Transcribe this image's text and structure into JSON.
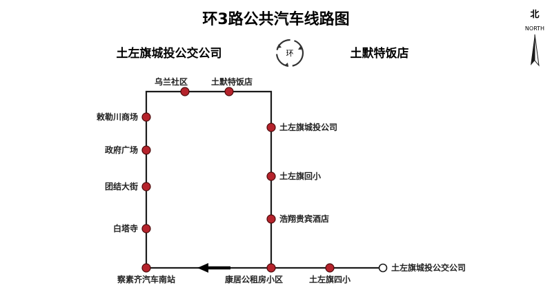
{
  "title": "环3路公共汽车线路图",
  "operator_left": "土左旗城投公交公司",
  "terminus_right": "土默特饭店",
  "ring_badge": "环",
  "compass": {
    "char": "北",
    "label": "NORTH"
  },
  "colors": {
    "line": "#1a1a1a",
    "stop_fill": "#b5232c",
    "stop_stroke": "#4a0a0a"
  },
  "stops": [
    {
      "id": "wulan",
      "name": "乌兰社区"
    },
    {
      "id": "tumote",
      "name": "土默特饭店"
    },
    {
      "id": "chengtou",
      "name": "土左旗城投公司"
    },
    {
      "id": "huixiao",
      "name": "土左旗回小"
    },
    {
      "id": "haoxiang",
      "name": "浩翔贵宾酒店"
    },
    {
      "id": "kangju",
      "name": "康居公租房小区"
    },
    {
      "id": "chasuqi",
      "name": "察素齐汽车南站"
    },
    {
      "id": "baita",
      "name": "白塔寺"
    },
    {
      "id": "tuanjie",
      "name": "团结大街"
    },
    {
      "id": "zhengfu",
      "name": "政府广场"
    },
    {
      "id": "chilechuan",
      "name": "敕勒川商场"
    },
    {
      "id": "sixiao",
      "name": "土左旗四小"
    },
    {
      "id": "depot",
      "name": "土左旗城投公交公司"
    }
  ]
}
